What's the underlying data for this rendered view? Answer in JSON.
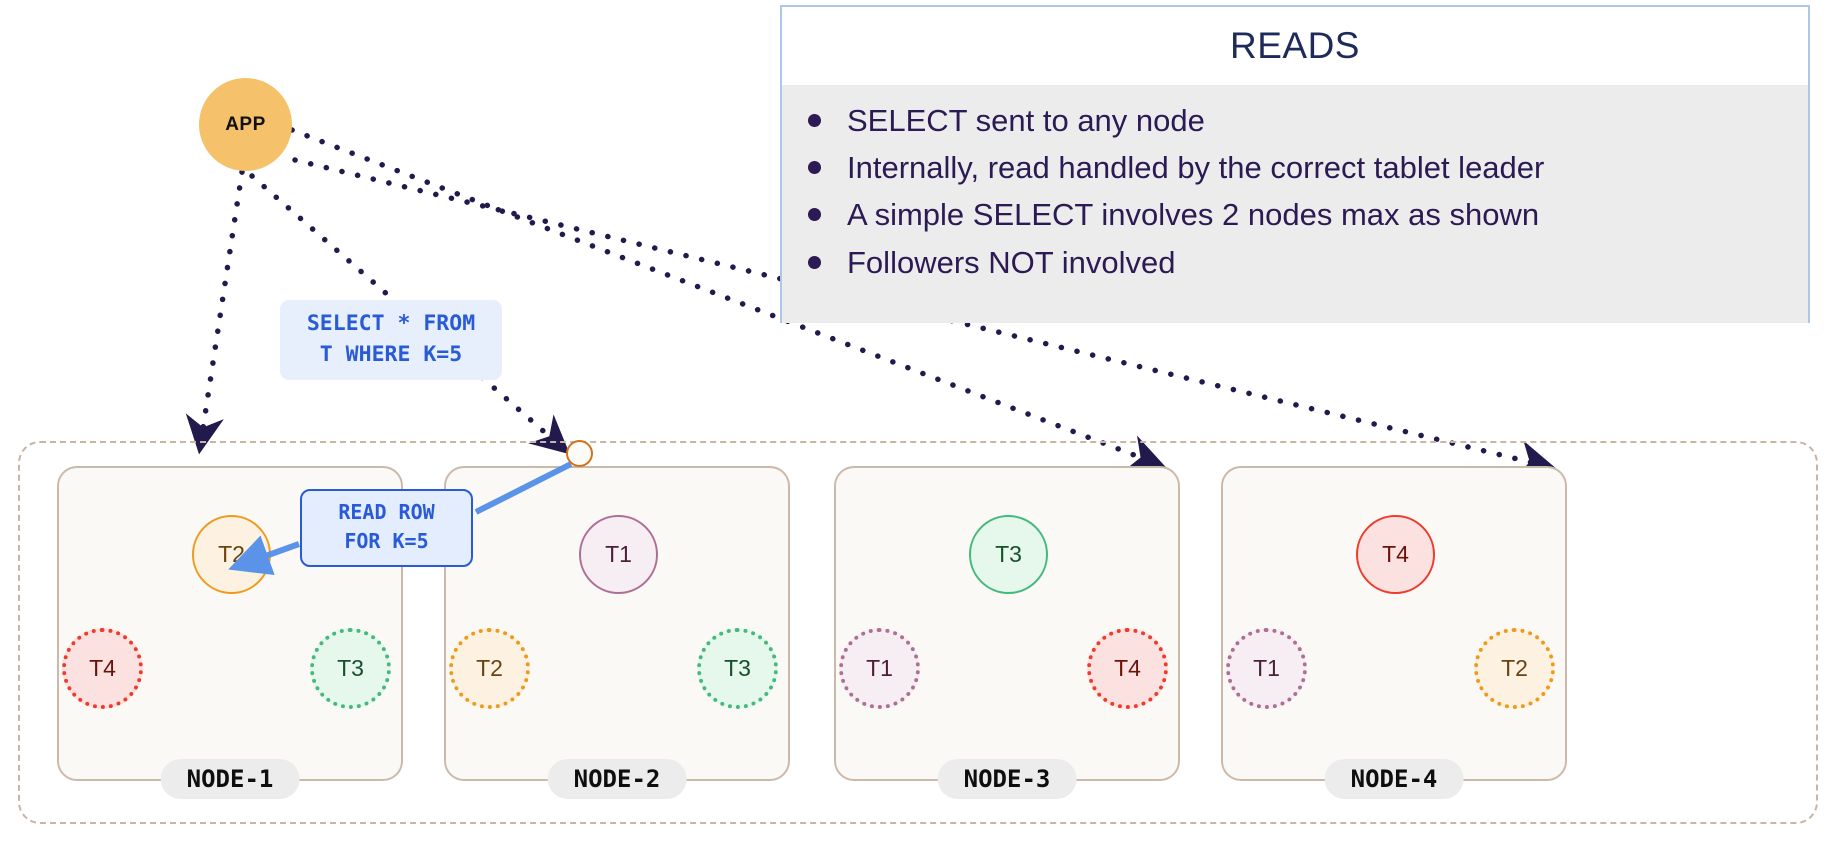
{
  "panel": {
    "title": "READS",
    "bullets": [
      "SELECT sent to any node",
      "Internally, read handled by the correct tablet leader",
      "A simple SELECT involves 2 nodes max as shown",
      "Followers NOT involved"
    ],
    "border_color": "#aec6e8",
    "body_bg": "#ececec",
    "text_color": "#2b1a53"
  },
  "app": {
    "label": "APP",
    "color": "#F5C26B"
  },
  "sql_callout": {
    "line1": "SELECT * FROM",
    "line2": "T WHERE K=5",
    "color": "#2a5bd7",
    "bg": "#e7effc"
  },
  "read_callout": {
    "line1": "READ ROW",
    "line2": "FOR K=5",
    "color": "#2a5bd7",
    "bg": "#e3edfd"
  },
  "colors": {
    "t1": "#AE6F95",
    "t2": "#ED9B1E",
    "t3": "#45B97C",
    "t4": "#EE3B2B",
    "arrow": "#221a4d",
    "cluster_border": "#c9b5a4",
    "node_border": "#cdb9a9"
  },
  "nodes": [
    {
      "name": "NODE-1",
      "tablets": [
        {
          "label": "T2",
          "role": "leader",
          "color": "t2",
          "slot": "top"
        },
        {
          "label": "T4",
          "role": "follower",
          "color": "t4",
          "slot": "bl"
        },
        {
          "label": "T3",
          "role": "follower",
          "color": "t3",
          "slot": "br"
        }
      ]
    },
    {
      "name": "NODE-2",
      "tablets": [
        {
          "label": "T1",
          "role": "leader",
          "color": "t1",
          "slot": "top"
        },
        {
          "label": "T2",
          "role": "follower",
          "color": "t2",
          "slot": "bl"
        },
        {
          "label": "T3",
          "role": "follower",
          "color": "t3",
          "slot": "br"
        }
      ]
    },
    {
      "name": "NODE-3",
      "tablets": [
        {
          "label": "T3",
          "role": "leader",
          "color": "t3",
          "slot": "top"
        },
        {
          "label": "T1",
          "role": "follower",
          "color": "t1",
          "slot": "bl"
        },
        {
          "label": "T4",
          "role": "follower",
          "color": "t4",
          "slot": "br"
        }
      ]
    },
    {
      "name": "NODE-4",
      "tablets": [
        {
          "label": "T4",
          "role": "leader",
          "color": "t4",
          "slot": "top"
        },
        {
          "label": "T1",
          "role": "follower",
          "color": "t1",
          "slot": "bl"
        },
        {
          "label": "T2",
          "role": "follower",
          "color": "t2",
          "slot": "br"
        }
      ]
    }
  ]
}
